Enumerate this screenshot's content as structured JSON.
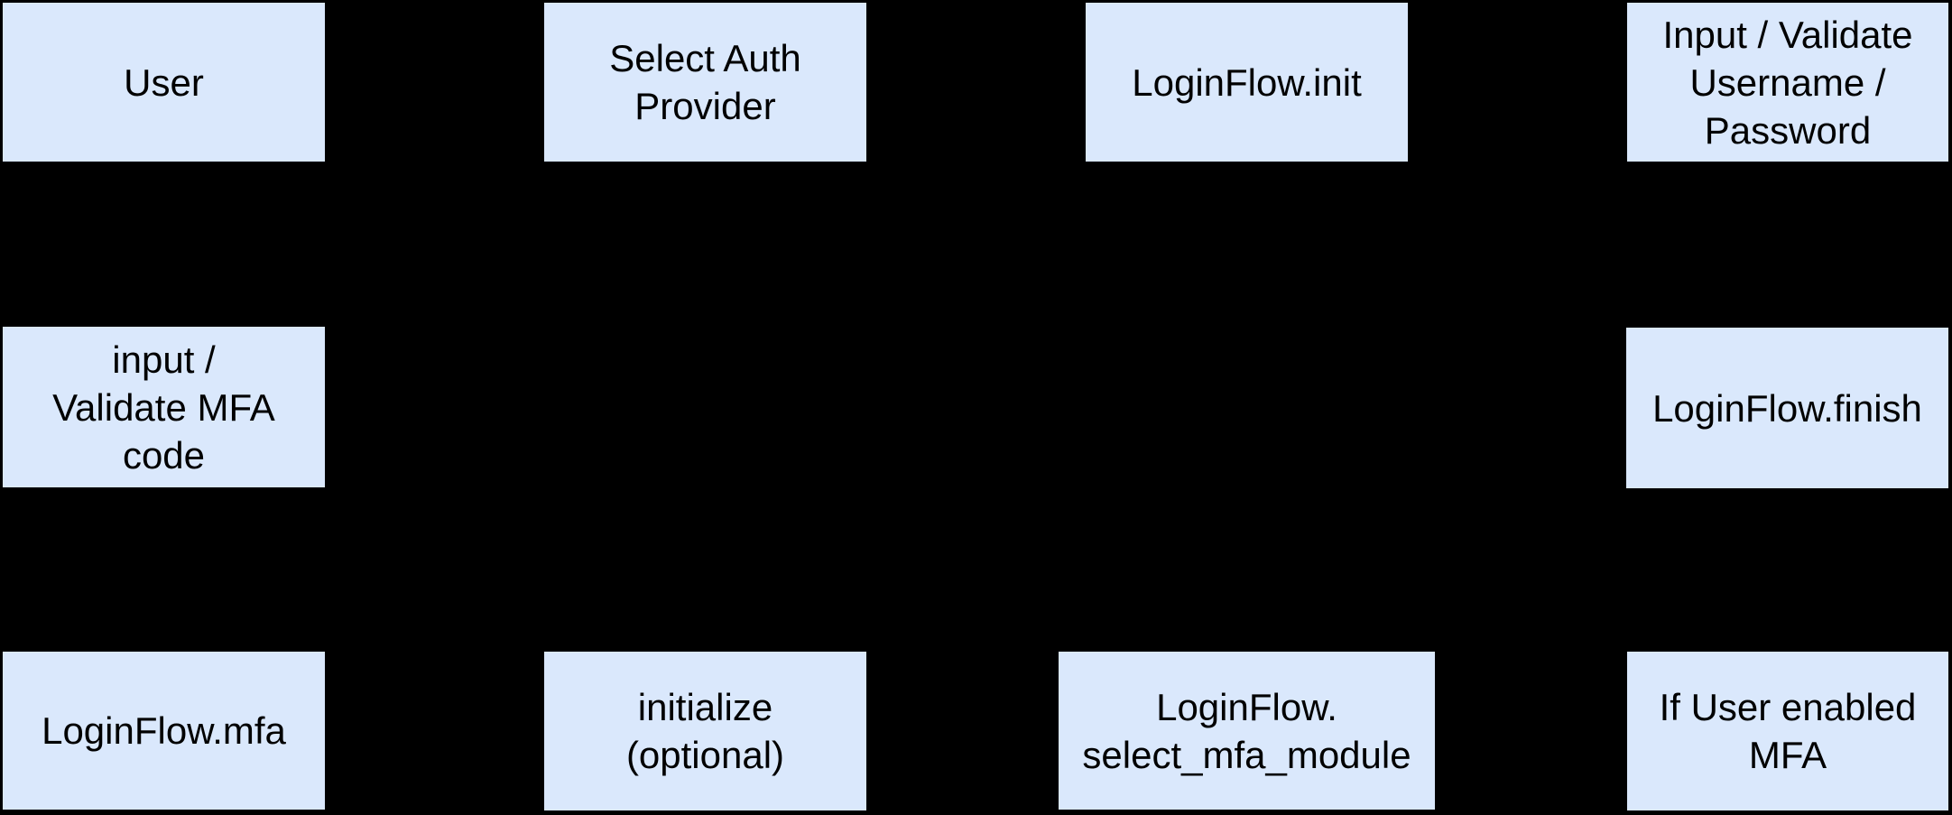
{
  "diagram": {
    "background_color": "#000000",
    "node_fill_color": "#dae8fc",
    "node_text_color": "#000000",
    "nodes": [
      {
        "id": "user",
        "label": "User"
      },
      {
        "id": "select-auth-provider",
        "label": "Select Auth\nProvider"
      },
      {
        "id": "loginflow-init",
        "label": "LoginFlow.init"
      },
      {
        "id": "input-validate-username",
        "label": "Input / Validate\nUsername /\nPassword"
      },
      {
        "id": "input-validate-mfa-code",
        "label": "input /\nValidate MFA\ncode"
      },
      {
        "id": "loginflow-finish",
        "label": "LoginFlow.finish"
      },
      {
        "id": "loginflow-mfa",
        "label": "LoginFlow.mfa"
      },
      {
        "id": "initialize-optional",
        "label": "initialize\n(optional)"
      },
      {
        "id": "loginflow-select-mfa",
        "label": "LoginFlow.\nselect_mfa_module"
      },
      {
        "id": "if-user-enabled-mfa",
        "label": "If User enabled\nMFA"
      }
    ]
  }
}
